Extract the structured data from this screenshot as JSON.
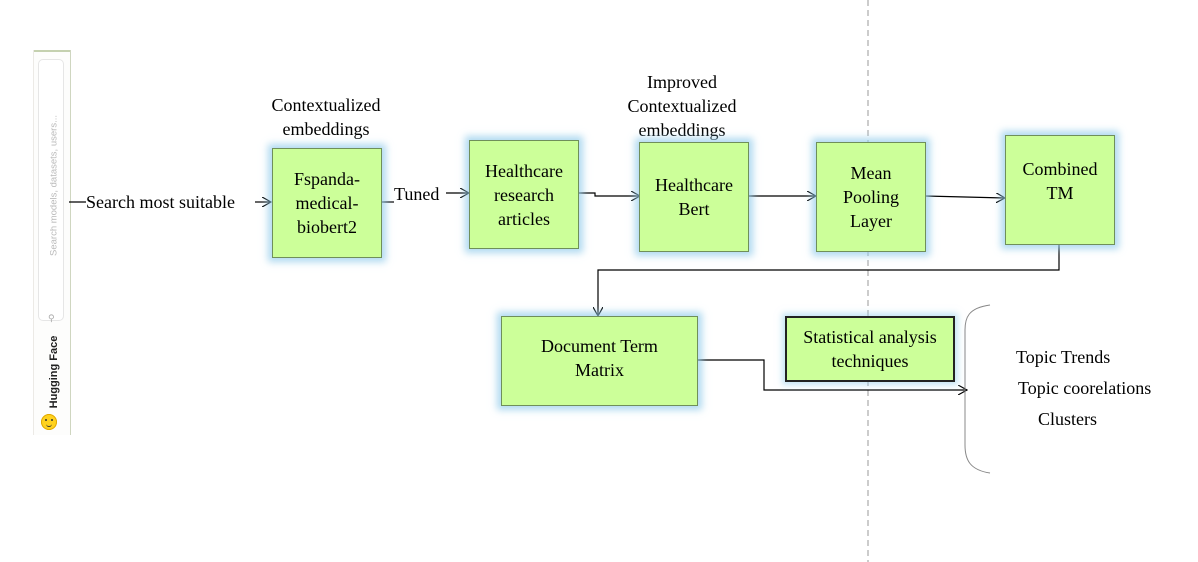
{
  "sidebar": {
    "search_placeholder": "Search models, datasets, users...",
    "brand": "Hugging Face"
  },
  "labels": {
    "search": "Search most suitable",
    "tuned": "Tuned",
    "ctx_line1": "Contextualized",
    "ctx_line2": "embeddings",
    "imp_line1": "Improved",
    "imp_line2": "Contextualized",
    "imp_line3": "embeddings"
  },
  "boxes": {
    "biobert": [
      "Fspanda-",
      "medical-",
      "biobert2"
    ],
    "articles": [
      "Healthcare",
      "research",
      "articles"
    ],
    "hbert": [
      "Healthcare",
      "Bert"
    ],
    "pooling": [
      "Mean",
      "Pooling",
      "Layer"
    ],
    "combined": [
      "Combined",
      "TM"
    ],
    "dtm": [
      "Document Term",
      "Matrix"
    ],
    "stats": [
      "Statistical analysis",
      "techniques"
    ]
  },
  "outputs": [
    "Topic Trends",
    "Topic coorelations",
    "Clusters"
  ],
  "colors": {
    "box_fill": "#ccff99",
    "glow": "#96cdeb"
  }
}
